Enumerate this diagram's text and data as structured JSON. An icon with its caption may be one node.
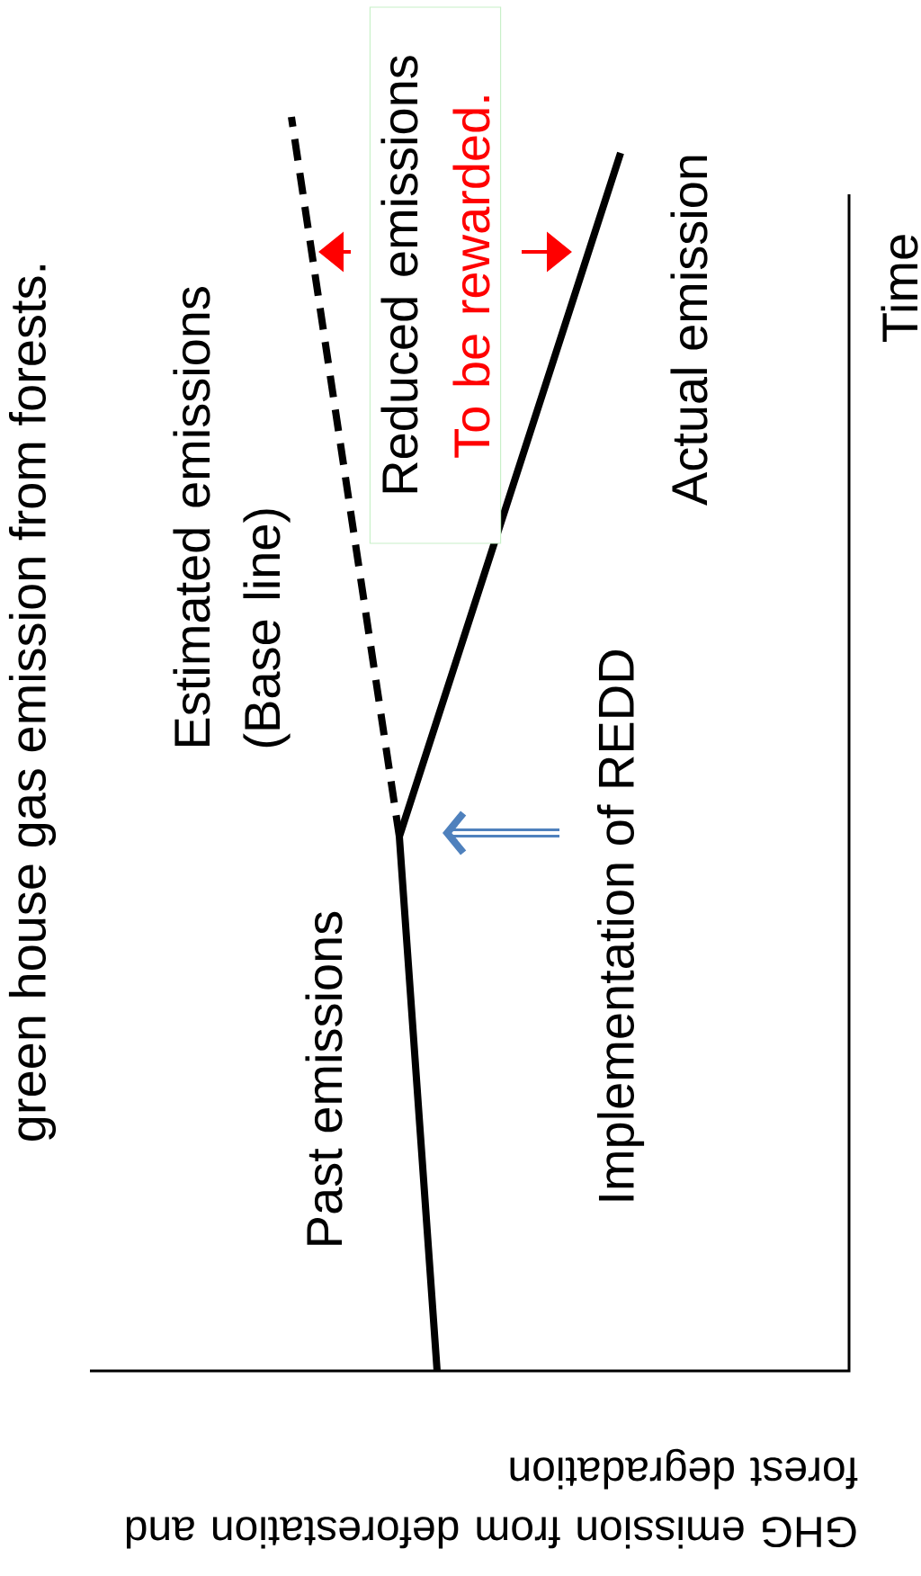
{
  "diagram": {
    "nodes": [
      {
        "text": [
          "Reduced emissions",
          "To be rewarded."
        ]
      }
    ],
    "labels": [
      "green house gas emission from forests.",
      "Estimated emissions (Base line)",
      "Past emissions",
      "Implementation of REDD",
      "Actual emission",
      "Time",
      "GHG emission from deforestation and forest degradation"
    ]
  }
}
